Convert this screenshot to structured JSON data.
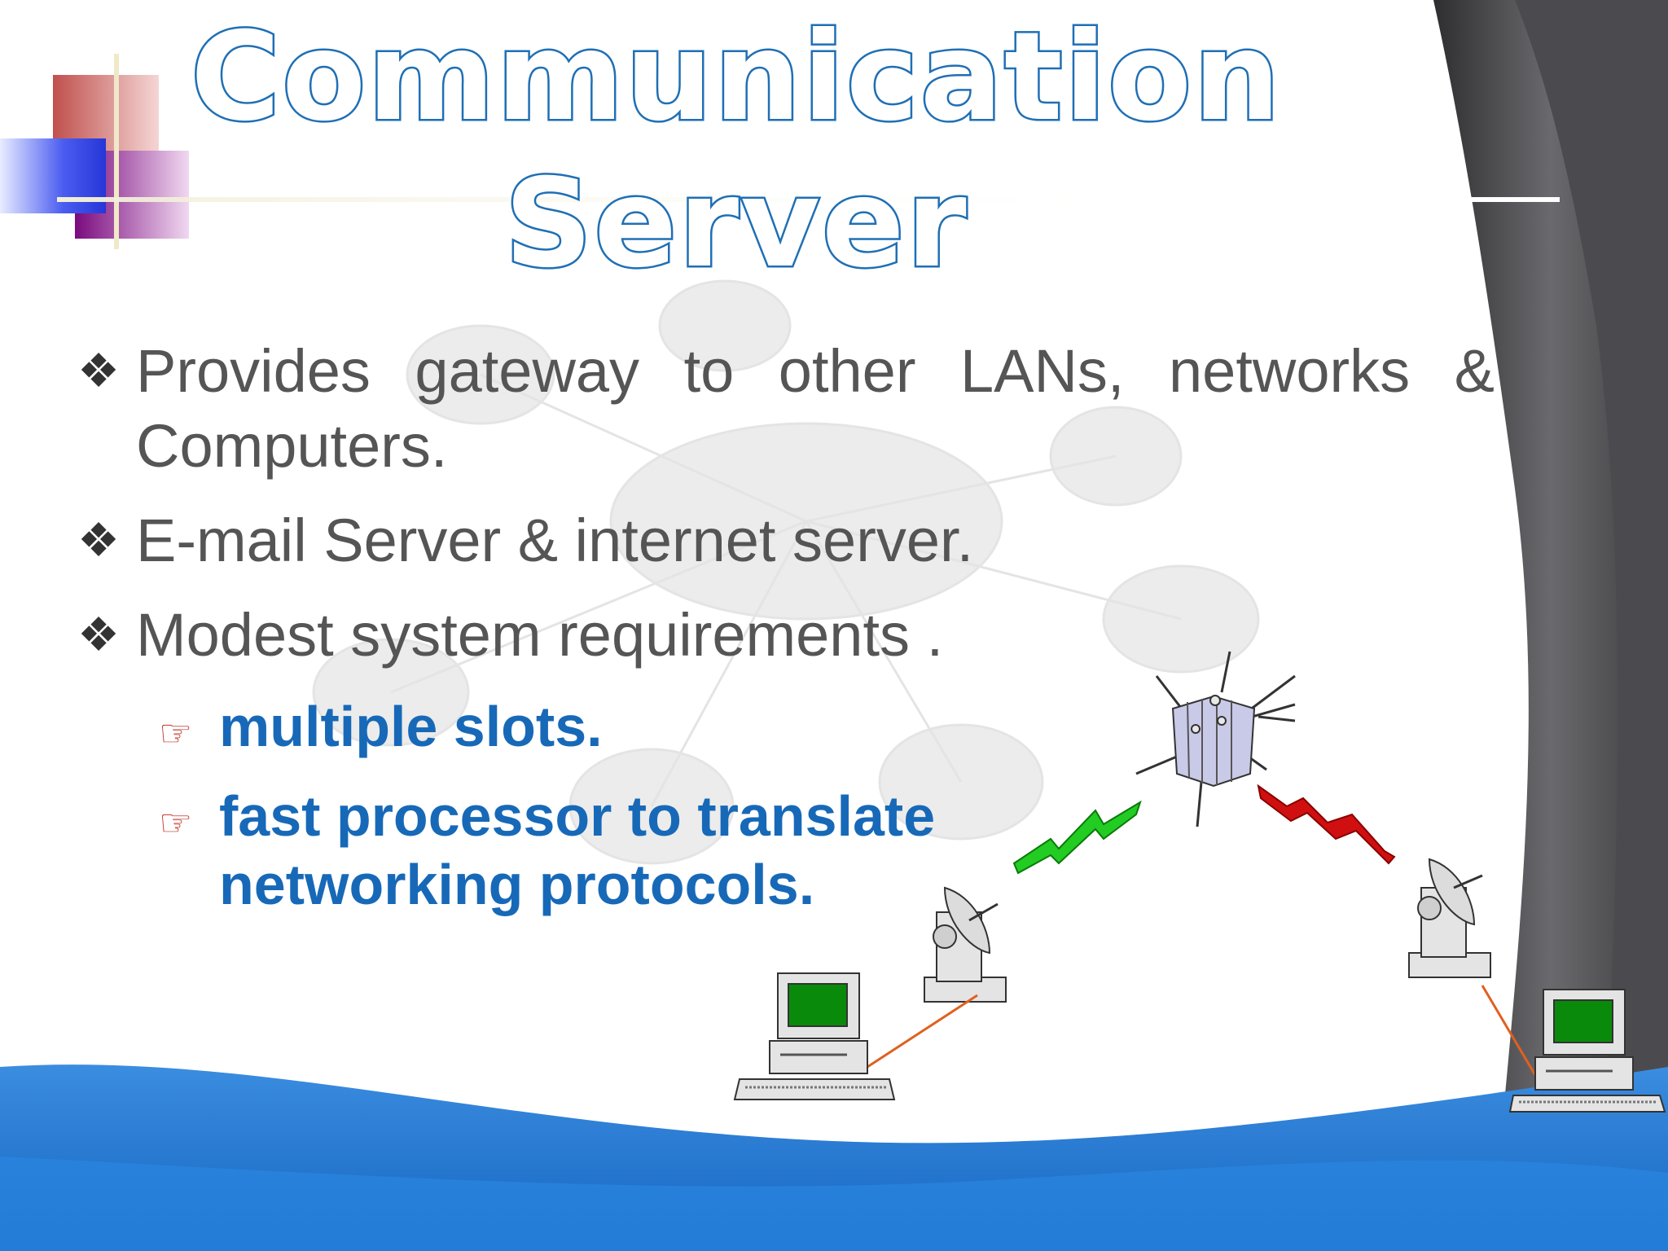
{
  "slide": {
    "title_line1": "Communication",
    "title_line2": "Server",
    "bullets": [
      {
        "icon": "diamond-bullet-icon",
        "text": "Provides gateway to other LANs, networks & Computers."
      },
      {
        "icon": "diamond-bullet-icon",
        "text": "E-mail Server & internet server."
      },
      {
        "icon": "diamond-bullet-icon",
        "text": "Modest system requirements ."
      }
    ],
    "sub_bullets": [
      {
        "icon": "pointing-hand-icon",
        "text": "multiple slots."
      },
      {
        "icon": "pointing-hand-icon",
        "text": "fast processor to translate networking protocols."
      }
    ]
  },
  "colors": {
    "title_outline": "#1f6fb5",
    "body_text": "#555555",
    "sub_text": "#1769b8",
    "wave_blue": "#1e73c8",
    "curtain_gray": "#5a5a5e",
    "signal_up": "#22cc22",
    "signal_down": "#d01010"
  }
}
